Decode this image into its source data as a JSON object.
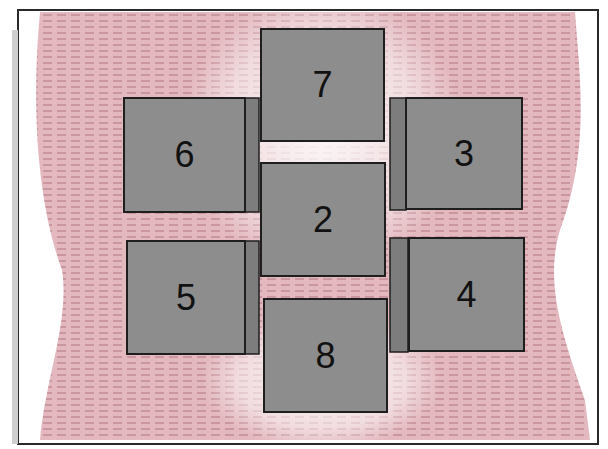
{
  "diagram": {
    "nodes": [
      {
        "text": [
          "7"
        ]
      },
      {
        "text": [
          "6"
        ]
      },
      {
        "text": [
          "3"
        ]
      },
      {
        "text": [
          "2"
        ]
      },
      {
        "text": [
          "5"
        ]
      },
      {
        "text": [
          "4"
        ]
      },
      {
        "text": [
          "8"
        ]
      }
    ]
  }
}
